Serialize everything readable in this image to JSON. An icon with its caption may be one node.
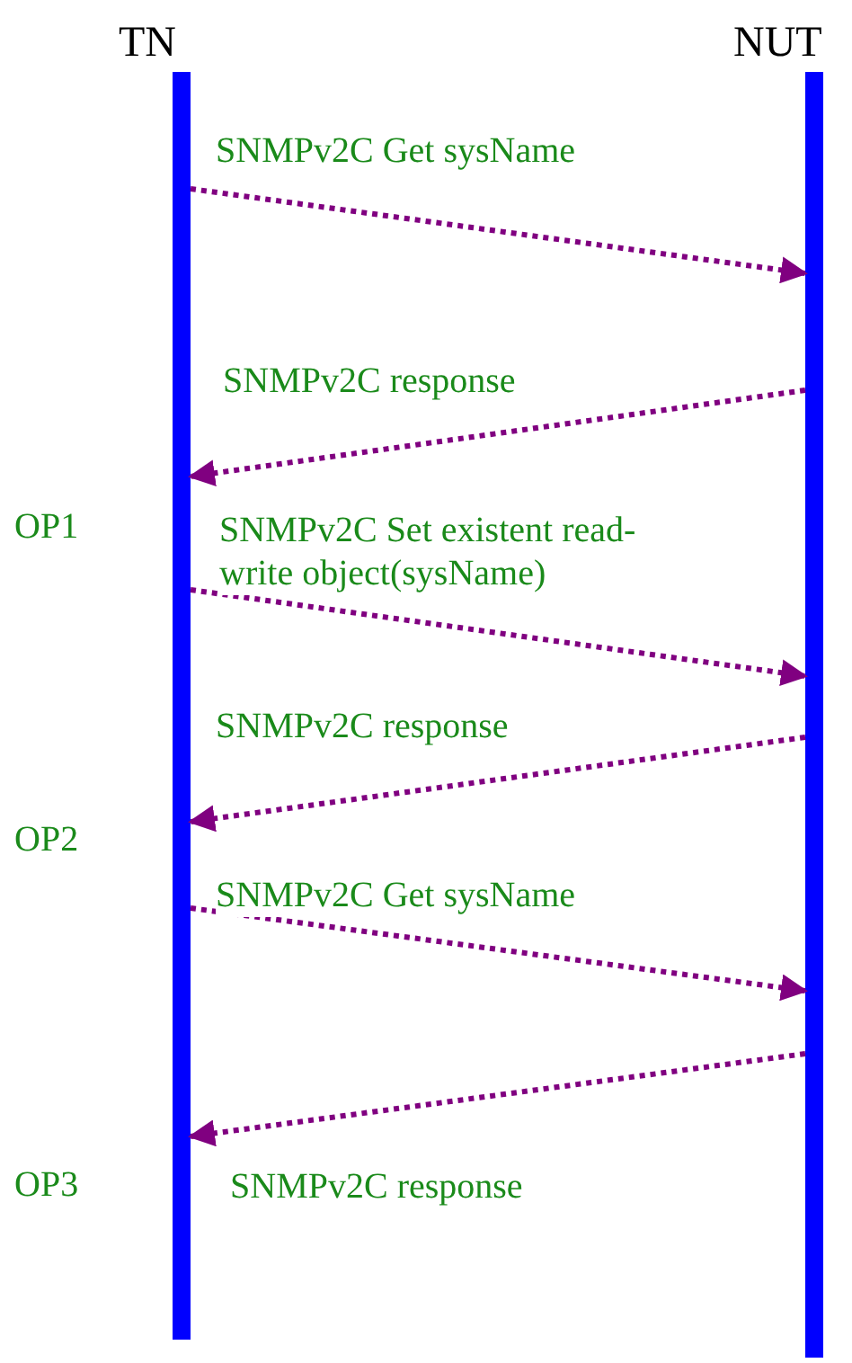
{
  "diagram": {
    "nodes": [
      {
        "text": [
          "TN"
        ]
      },
      {
        "text": [
          "NUT"
        ]
      }
    ],
    "edges": [
      {
        "from": 0,
        "to": 1,
        "arrow": "to",
        "label": "SNMPv2C Get sysName",
        "style": "dashed"
      },
      {
        "from": 1,
        "to": 0,
        "arrow": "to",
        "label": "SNMPv2C response",
        "style": "dashed"
      },
      {
        "from": 0,
        "to": 1,
        "arrow": "to",
        "label": "SNMPv2C Set existent read-write object(sysName)",
        "style": "dashed"
      },
      {
        "from": 1,
        "to": 0,
        "arrow": "to",
        "label": "SNMPv2C response",
        "style": "dashed"
      },
      {
        "from": 0,
        "to": 1,
        "arrow": "to",
        "label": "SNMPv2C Get sysName",
        "style": "dashed"
      },
      {
        "from": 1,
        "to": 0,
        "arrow": "to",
        "label": "SNMPv2C response",
        "style": "dashed"
      }
    ],
    "labels": [
      "OP1",
      "OP2",
      "OP3"
    ]
  }
}
